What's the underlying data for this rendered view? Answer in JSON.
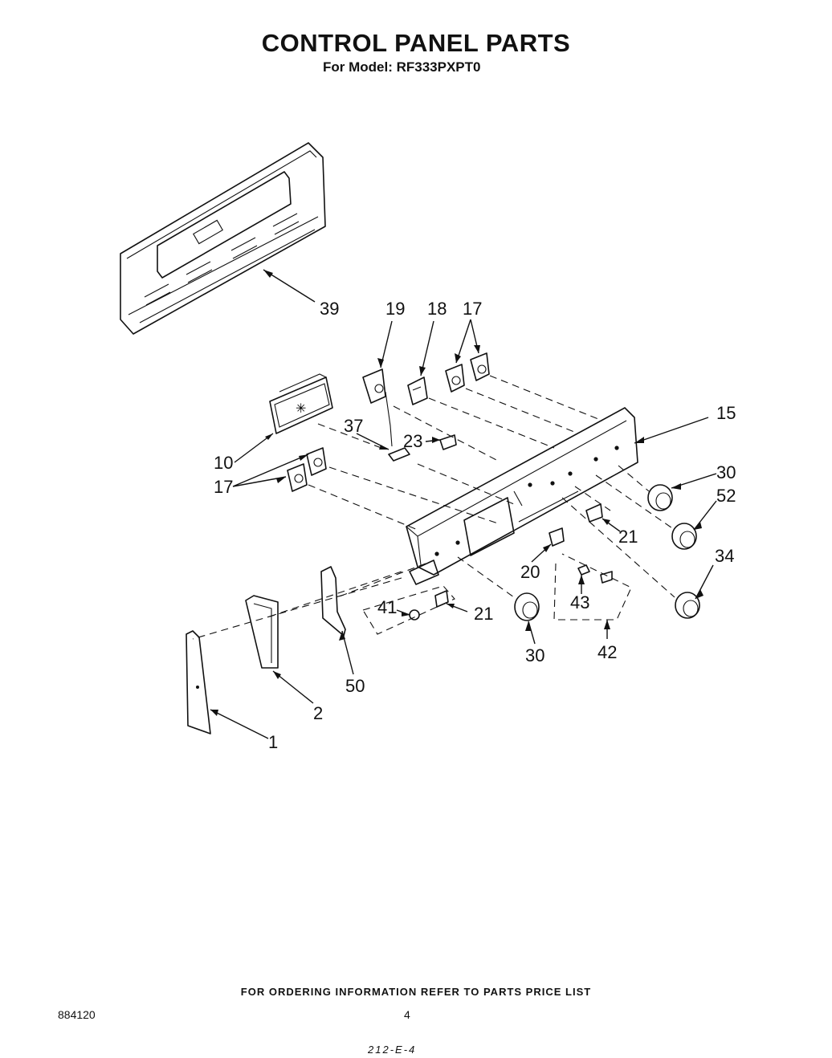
{
  "header": {
    "title": "CONTROL PANEL PARTS",
    "subtitle": "For Model: RF333PXPT0"
  },
  "callouts": [
    "39",
    "19",
    "18",
    "17",
    "15",
    "10",
    "37",
    "23",
    "17",
    "30",
    "52",
    "21",
    "34",
    "20",
    "43",
    "41",
    "21",
    "30",
    "42",
    "50",
    "2",
    "1"
  ],
  "footer": {
    "note": "FOR ORDERING INFORMATION REFER TO PARTS PRICE LIST",
    "catalog_number": "884120",
    "page_number": "4",
    "handwritten_note": "212-E-4"
  }
}
